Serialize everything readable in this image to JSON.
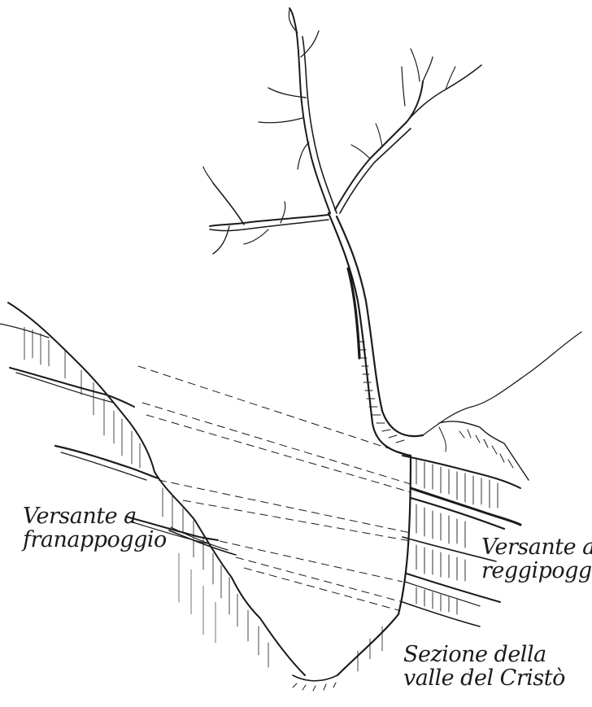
{
  "labels": {
    "left": {
      "line1": "Versante a",
      "line2": "franappoggio"
    },
    "right": {
      "line1": "Versante a",
      "line2": "reggipoggio"
    },
    "bottom": {
      "line1": "Sezione della",
      "line2": "valle del Cristò"
    }
  },
  "colors": {
    "ink": "#1b1b1b",
    "paper": "#ffffff"
  }
}
